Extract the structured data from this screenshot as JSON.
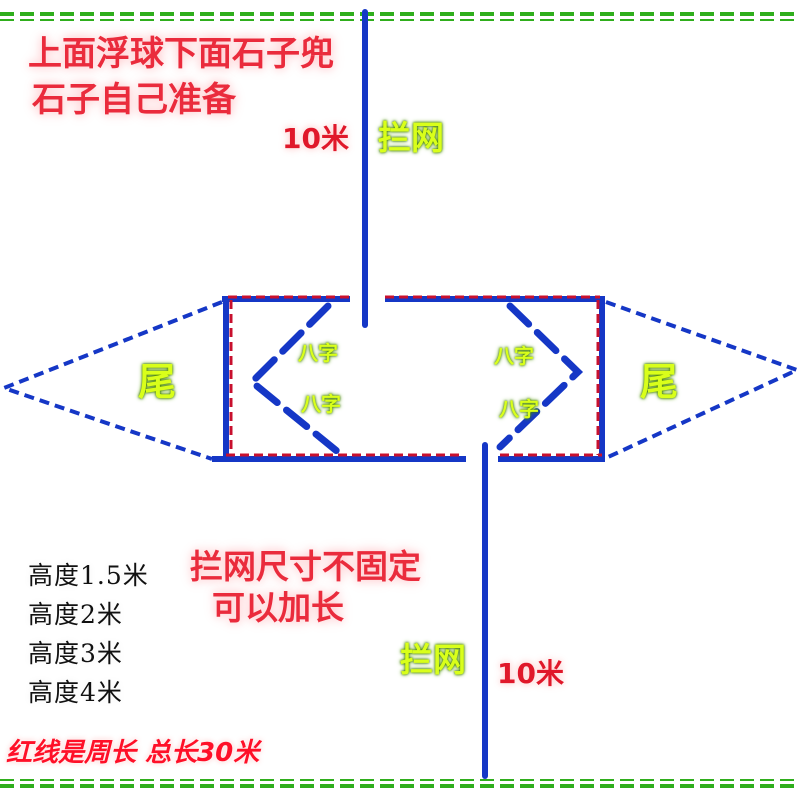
{
  "colors": {
    "net_line": "#1537c6",
    "perimeter_red": "#c8102e",
    "border_green": "#2fae1c",
    "label_red": "#e0182a",
    "label_green": "#d9ff1a"
  },
  "diagram": {
    "note_top_line1": "上面浮球下面石子兜",
    "note_top_line2": "石子自己准备",
    "upper_net_length": "10米",
    "upper_net_label": "拦网",
    "tail_left": "尾",
    "tail_right": "尾",
    "funnel_labels": [
      "八字",
      "八字",
      "八字",
      "八字"
    ],
    "note_size_line1": "拦网尺寸不固定",
    "note_size_line2": "可以加长",
    "lower_net_label": "拦网",
    "lower_net_length": "10米",
    "heights": [
      "高度1.5米",
      "高度2米",
      "高度3米",
      "高度4米"
    ],
    "footer_note": "红线是周长  总长30米"
  }
}
